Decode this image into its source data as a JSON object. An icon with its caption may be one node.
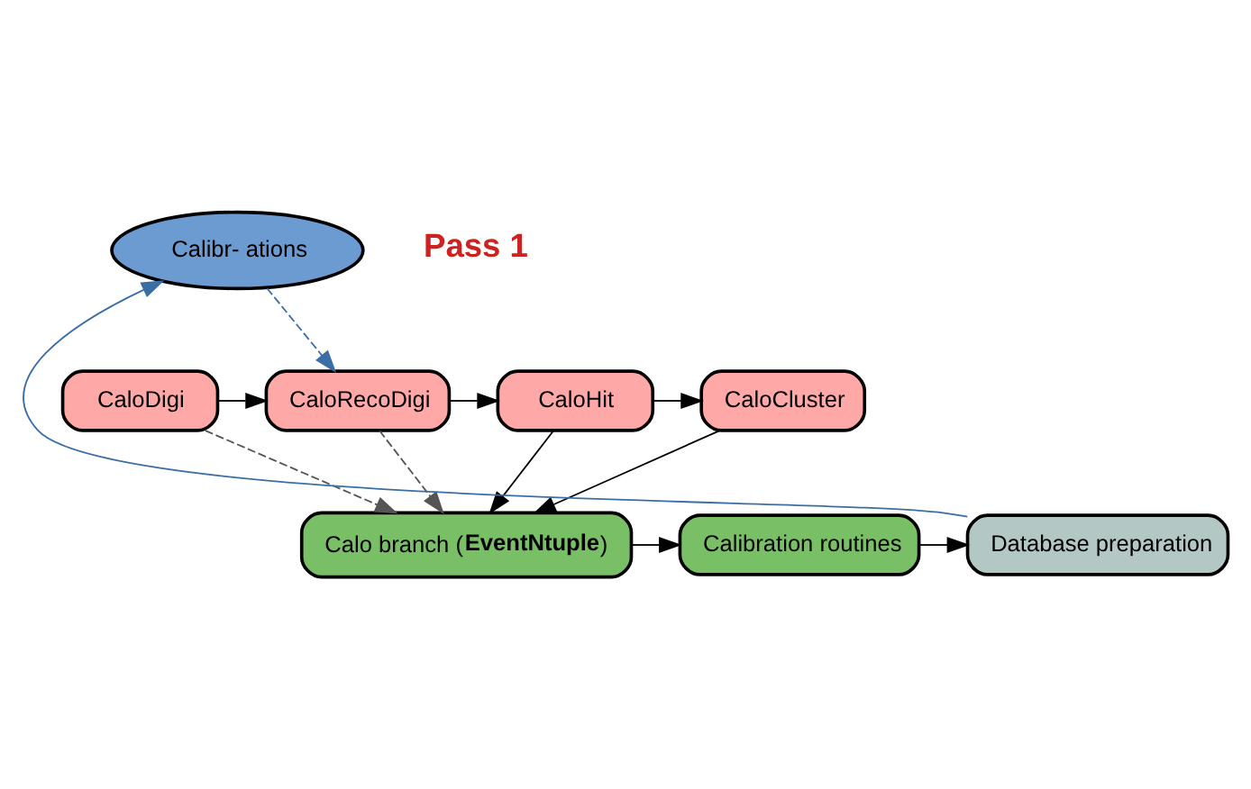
{
  "diagram": {
    "nodes": [
      {
        "text": [
          "Calibr- ations"
        ]
      },
      {
        "text": [
          "CaloDigi"
        ]
      },
      {
        "text": [
          "CaloRecoDigi"
        ]
      },
      {
        "text": [
          "CaloHit"
        ]
      },
      {
        "text": [
          "CaloCluster"
        ]
      },
      {
        "text": [
          "Calo branch (**EventNtuple**)"
        ]
      },
      {
        "text": [
          "Calibration routines"
        ]
      },
      {
        "text": [
          "Database preparation"
        ]
      }
    ],
    "edges": [
      {
        "from": 0,
        "to": 2,
        "arrow": "to",
        "style": "dashed",
        "color": "#3a6ea5"
      },
      {
        "from": 1,
        "to": 2,
        "arrow": "to"
      },
      {
        "from": 2,
        "to": 3,
        "arrow": "to"
      },
      {
        "from": 3,
        "to": 4,
        "arrow": "to"
      },
      {
        "from": 1,
        "to": 5,
        "arrow": "to",
        "style": "dashed",
        "color": "#555555"
      },
      {
        "from": 2,
        "to": 5,
        "arrow": "to",
        "style": "dashed",
        "color": "#555555"
      },
      {
        "from": 3,
        "to": 5,
        "arrow": "to"
      },
      {
        "from": 4,
        "to": 5,
        "arrow": "to"
      },
      {
        "from": 5,
        "to": 6,
        "arrow": "to"
      },
      {
        "from": 6,
        "to": 7,
        "arrow": "to"
      },
      {
        "from": 7,
        "to": 0,
        "arrow": "to",
        "color": "#3a6ea5"
      }
    ],
    "labels": [
      "Pass 1"
    ]
  }
}
